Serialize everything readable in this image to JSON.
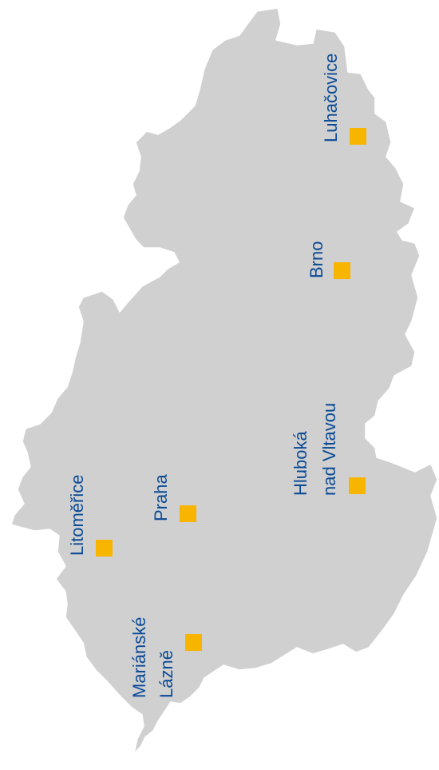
{
  "map": {
    "land_color": "#d0d0d0",
    "marker_color": "#f7b500",
    "label_color": "#0a4a96",
    "orientation": "rotated 90 degrees, labels read bottom-to-top"
  },
  "cities": [
    {
      "id": "luhacovice",
      "lines": [
        "Luhačovice"
      ]
    },
    {
      "id": "brno",
      "lines": [
        "Brno"
      ]
    },
    {
      "id": "hluboka",
      "lines": [
        "Hluboká",
        "nad Vltavou"
      ]
    },
    {
      "id": "praha",
      "lines": [
        "Praha"
      ]
    },
    {
      "id": "litomerice",
      "lines": [
        "Litoměřice"
      ]
    },
    {
      "id": "marianske-lazne",
      "lines": [
        "Mariánské",
        "Lázně"
      ]
    }
  ]
}
